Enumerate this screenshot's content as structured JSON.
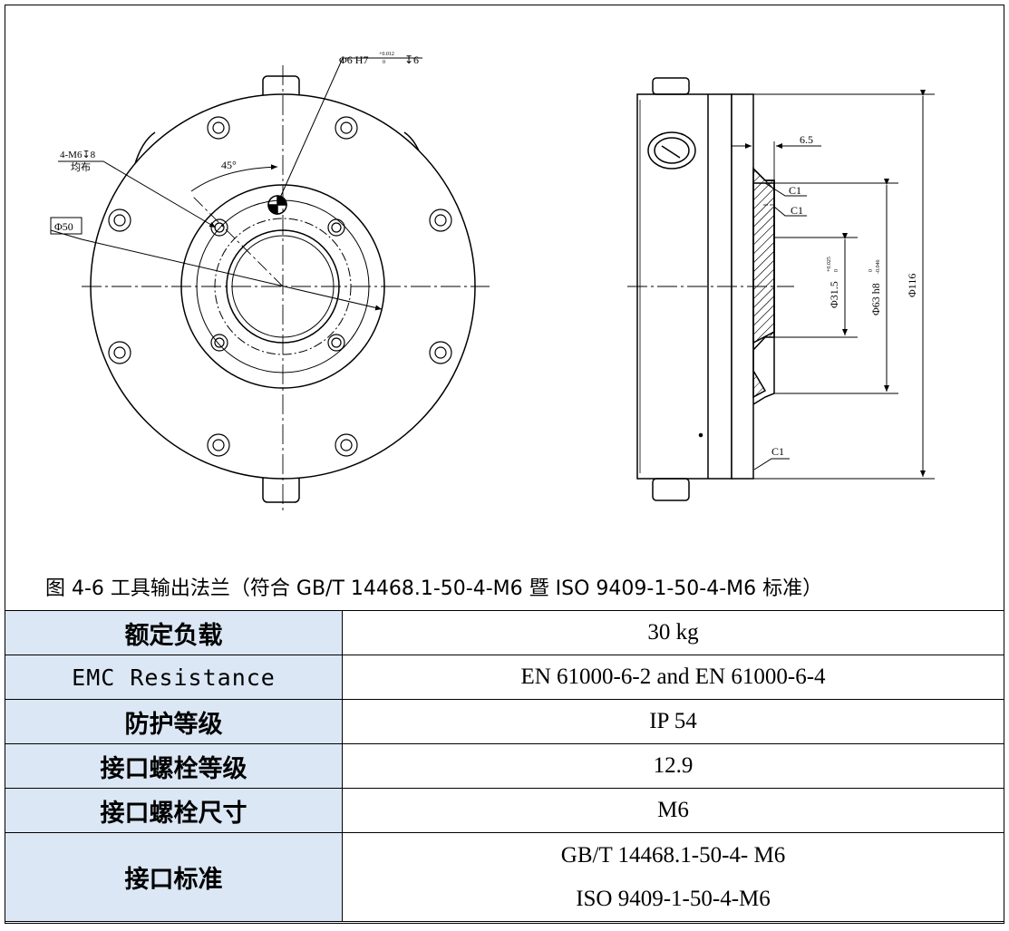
{
  "drawing": {
    "labels": {
      "hole_callout": "Φ6 H7",
      "hole_tol_upper": "+0.012",
      "hole_tol_lower": "0",
      "hole_depth": "↧6",
      "thread_callout": "4-M6↧8",
      "thread_note": "均布",
      "angle": "45°",
      "pcd": "Φ50",
      "dim_6_5": "6.5",
      "chamfer_1": "C1",
      "chamfer_2": "C1",
      "chamfer_3": "C1",
      "bore_dim": "Φ31.5",
      "bore_tol_upper": "+0.025",
      "bore_tol_lower": "0",
      "spigot_dim": "Φ63 h8",
      "spigot_tol_upper": "0",
      "spigot_tol_lower": "-0.046",
      "outer_dim": "Φ116"
    }
  },
  "caption": "图 4-6 工具输出法兰（符合 GB/T 14468.1-50-4-M6 暨 ISO 9409-1-50-4-M6 标准）",
  "table": {
    "rows": [
      {
        "label": "额定负载",
        "value": [
          "30 kg"
        ]
      },
      {
        "label": "EMC Resistance",
        "value": [
          "EN 61000-6-2 and EN 61000-6-4"
        ]
      },
      {
        "label": "防护等级",
        "value": [
          "IP 54"
        ]
      },
      {
        "label": "接口螺栓等级",
        "value": [
          "12.9"
        ]
      },
      {
        "label": "接口螺栓尺寸",
        "value": [
          "M6"
        ]
      },
      {
        "label": "接口标准",
        "value": [
          "GB/T 14468.1-50-4- M6",
          "ISO 9409-1-50-4-M6"
        ]
      }
    ]
  }
}
